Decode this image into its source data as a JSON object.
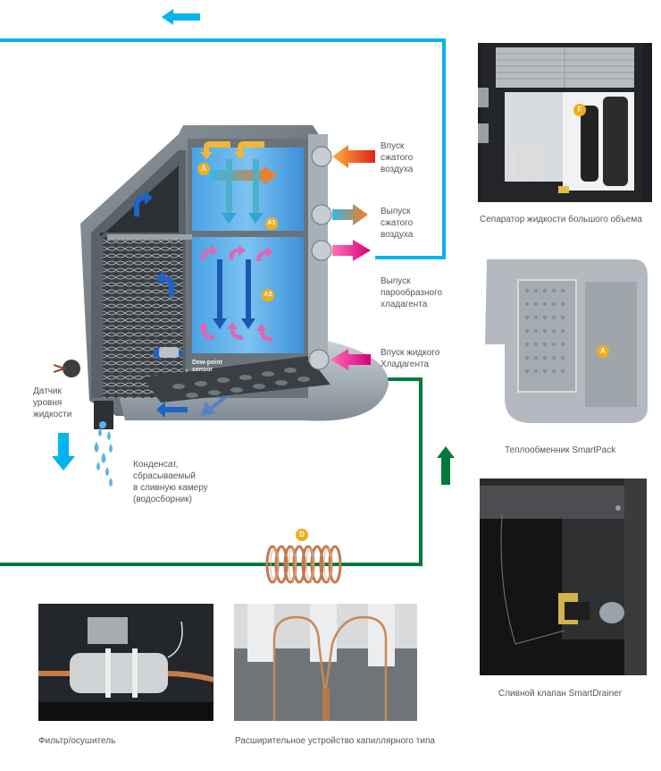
{
  "colors": {
    "air_loop": "#00b4f0",
    "refrigerant_loop": "#007a3d",
    "badge": "#f2ad1c"
  },
  "diagram": {
    "labels": {
      "air_inlet": [
        "Впуск",
        "сжатого",
        "воздуха"
      ],
      "air_outlet": [
        "Выпуск",
        "сжатого",
        "воздуха"
      ],
      "vapor_refrigerant_outlet": [
        "Выпуск",
        "парообразного",
        "хладагента"
      ],
      "liquid_refrigerant_inlet": [
        "Впуск жидкого",
        "Хладагента"
      ],
      "level_sensor": [
        "Датчик",
        "уровня",
        "жидкости"
      ],
      "condensate": [
        "Конденсат,",
        "сбрасываемый",
        "в сливную камеру",
        "(водосборник)"
      ],
      "dew_point_sensor": [
        "Dew-point",
        "sensor"
      ]
    },
    "badges": {
      "a": "A",
      "a1": "A1",
      "a2": "A2",
      "d": "D",
      "f": "F",
      "a_photo": "A"
    },
    "flow_arrows": {
      "air_loop_direction": "left",
      "refrigerant_loop_direction": "up",
      "condensate_direction": "down"
    }
  },
  "photos": {
    "separator": {
      "caption": "Сепаратор жидкости большого объема",
      "badge": "F"
    },
    "heat_exchanger": {
      "caption": "Теплообменник SmartPack",
      "badge": "A"
    },
    "drain_valve": {
      "caption": "Сливной клапан SmartDrainer"
    },
    "filter_dryer": {
      "caption": "Фильтр/осушитель"
    },
    "capillary": {
      "caption": "Расширительное устройство капиллярного типа"
    }
  }
}
